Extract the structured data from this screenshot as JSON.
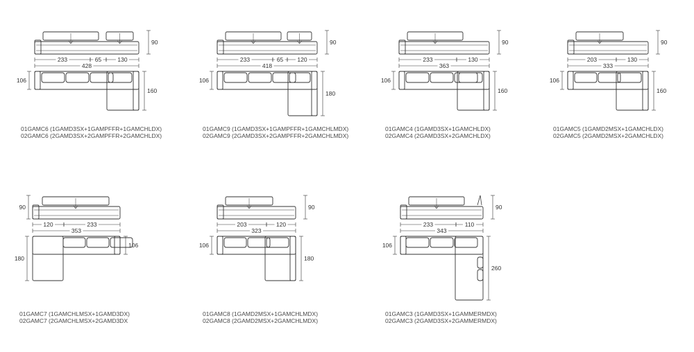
{
  "sofas": [
    {
      "id": "gamc6",
      "height": "90",
      "depth": "106",
      "chaise_depth": "160",
      "total_width": "428",
      "segments": [
        "233",
        "65",
        "130"
      ],
      "code_1": "01GAMC6 (1GAMD3SX+1GAMPFFR+1GAMCHLDX)",
      "code_2": "02GAMC6 (2GAMD3SX+2GAMPFFR+2GAMCHLDX)"
    },
    {
      "id": "gamc9",
      "height": "90",
      "depth": "106",
      "chaise_depth": "180",
      "total_width": "418",
      "segments": [
        "233",
        "65",
        "120"
      ],
      "code_1": "01GAMC9 (1GAMD3SX+1GAMPFFR+1GAMCHLMDX)",
      "code_2": "02GAMC9 (2GAMD3SX+2GAMPFFR+2GAMCHLMDX)"
    },
    {
      "id": "gamc4",
      "height": "90",
      "depth": "106",
      "chaise_depth": "160",
      "total_width": "363",
      "segments": [
        "233",
        "130"
      ],
      "code_1": "01GAMC4 (1GAMD3SX+1GAMCHLDX)",
      "code_2": "02GAMC4 (2GAMD3SX+2GAMCHLDX)"
    },
    {
      "id": "gamc5",
      "height": "90",
      "depth": "106",
      "chaise_depth": "160",
      "total_width": "333",
      "segments": [
        "203",
        "130"
      ],
      "code_1": "01GAMC5 (1GAMD2MSX+1GAMCHLDX)",
      "code_2": "02GAMC5 (2GAMD2MSX+2GAMCHLDX)"
    },
    {
      "id": "gamc7",
      "height": "90",
      "depth": "106",
      "chaise_depth": "180",
      "total_width": "353",
      "segments": [
        "120",
        "233"
      ],
      "code_1": "01GAMC7 (1GAMCHLMSX+1GAMD3DX)",
      "code_2": "02GAMC7 (2GAMCHLMSX+2GAMD3DX"
    },
    {
      "id": "gamc8",
      "height": "90",
      "depth": "106",
      "chaise_depth": "180",
      "total_width": "323",
      "segments": [
        "203",
        "120"
      ],
      "code_1": "01GAMC8 (1GAMD2MSX+1GAMCHLMDX)",
      "code_2": "02GAMC8 (2GAMD2MSX+2GAMCHLMDX)"
    },
    {
      "id": "gamc3",
      "height": "90",
      "depth": "106",
      "chaise_depth": "260",
      "total_width": "343",
      "segments": [
        "233",
        "110"
      ],
      "code_1": "01GAMC3 (1GAMD3SX+1GAMMERMDX)",
      "code_2": "02GAMC3 (2GAMD3SX+2GAMMERMDX)"
    }
  ]
}
